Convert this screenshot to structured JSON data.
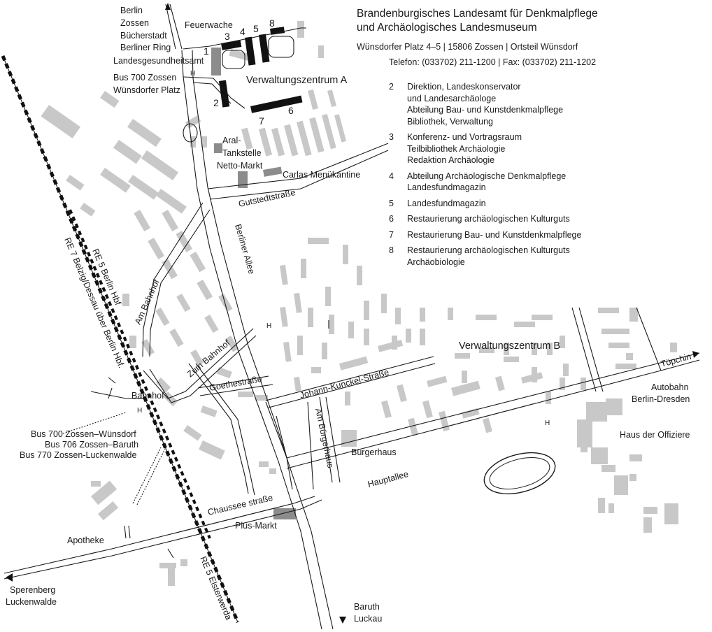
{
  "header": {
    "title_line1": "Brandenburgisches Landesamt für Denkmalpflege",
    "title_line2": "und Archäologisches Landesmuseum",
    "address": "Wünsdorfer Platz 4–5 | 15806 Zossen | Ortsteil Wünsdorf",
    "phone": "Telefon: (033702) 211-1200 | Fax: (033702) 211-1202"
  },
  "legend": [
    {
      "num": "2",
      "lines": [
        "Direktion, Landeskonservator",
        "und Landesarchäologe",
        "Abteilung Bau- und Kunstdenkmalpflege",
        "Bibliothek, Verwaltung"
      ]
    },
    {
      "num": "3",
      "lines": [
        "Konferenz- und Vortragsraum",
        "Teilbibliothek Archäologie",
        "Redaktion Archäologie"
      ]
    },
    {
      "num": "4",
      "lines": [
        "Abteilung Archäologische Denkmalpflege",
        "Landesfundmagazin"
      ]
    },
    {
      "num": "5",
      "lines": [
        "Landesfundmagazin"
      ]
    },
    {
      "num": "6",
      "lines": [
        "Restaurierung archäologischen Kulturguts"
      ]
    },
    {
      "num": "7",
      "lines": [
        "Restaurierung Bau- und Kunstdenkmalpflege"
      ]
    },
    {
      "num": "8",
      "lines": [
        "Restaurierung archäologischen Kulturguts",
        "Archäobiologie"
      ]
    }
  ],
  "places": {
    "berlin": "Berlin",
    "zossen": "Zossen",
    "buecherstadt": "Bücherstadt",
    "berliner_ring": "Berliner Ring",
    "feuerwache": "Feuerwache",
    "landesgesundheitsamt": "Landesgesundheitsamt",
    "bus_wuensdorfer_platz_1": "Bus 700 Zossen",
    "bus_wuensdorfer_platz_2": "Wünsdorfer Platz",
    "verwaltungszentrum_a": "Verwaltungszentrum A",
    "verwaltungszentrum_b": "Verwaltungszentrum B",
    "aral_1": "Aral-",
    "aral_2": "Tankstelle",
    "netto": "Netto-Markt",
    "carlas": "Carlas Menükantine",
    "gutstedtstrasse": "Gutstedtstraße",
    "berliner_allee": "Berliner Allee",
    "am_bahnhof": "Am Bahnhof",
    "zum_bahnhof": "Zum Bahnhof",
    "goethestrasse": "Goethestraße",
    "johann_kunckel": "Johann-Kunckel-Straße",
    "am_buergerhaus": "Am Bürgerhaus",
    "buergerhaus": "Bürgerhaus",
    "hauptallee": "Hauptallee",
    "chaussee_strasse": "Chaussee straße",
    "plus_markt": "Plus-Markt",
    "apotheke": "Apotheke",
    "bahnhof": "Bahnhof",
    "bus_bahnhof_1": "Bus 700 Zossen–Wünsdorf",
    "bus_bahnhof_2": "Bus 706 Zossen–Baruth",
    "bus_bahnhof_3": "Bus 770 Zossen-Luckenwalde",
    "re5_berlin": "RE 5 Berlin Hbf",
    "re7": "RE 7 Belzig/Dessau über Berlin Hbf.",
    "re5_elsterwerda": "RE 5 Elsterwerda",
    "toepchin": "Töpchin",
    "autobahn_1": "Autobahn",
    "autobahn_2": "Berlin-Dresden",
    "haus_der_offiziere": "Haus der Offiziere",
    "sperenberg": "Sperenberg",
    "luckenwalde": "Luckenwalde",
    "baruth": "Baruth",
    "luckau": "Luckau",
    "bus_stop_symbol": "H"
  },
  "building_numbers": [
    "1",
    "2",
    "3",
    "4",
    "5",
    "6",
    "7",
    "8"
  ],
  "colors": {
    "road": "#1a1a1a",
    "building": "#c8c8c8",
    "building_dark": "#8c8c8c",
    "building_office": "#111111",
    "background": "#ffffff"
  }
}
